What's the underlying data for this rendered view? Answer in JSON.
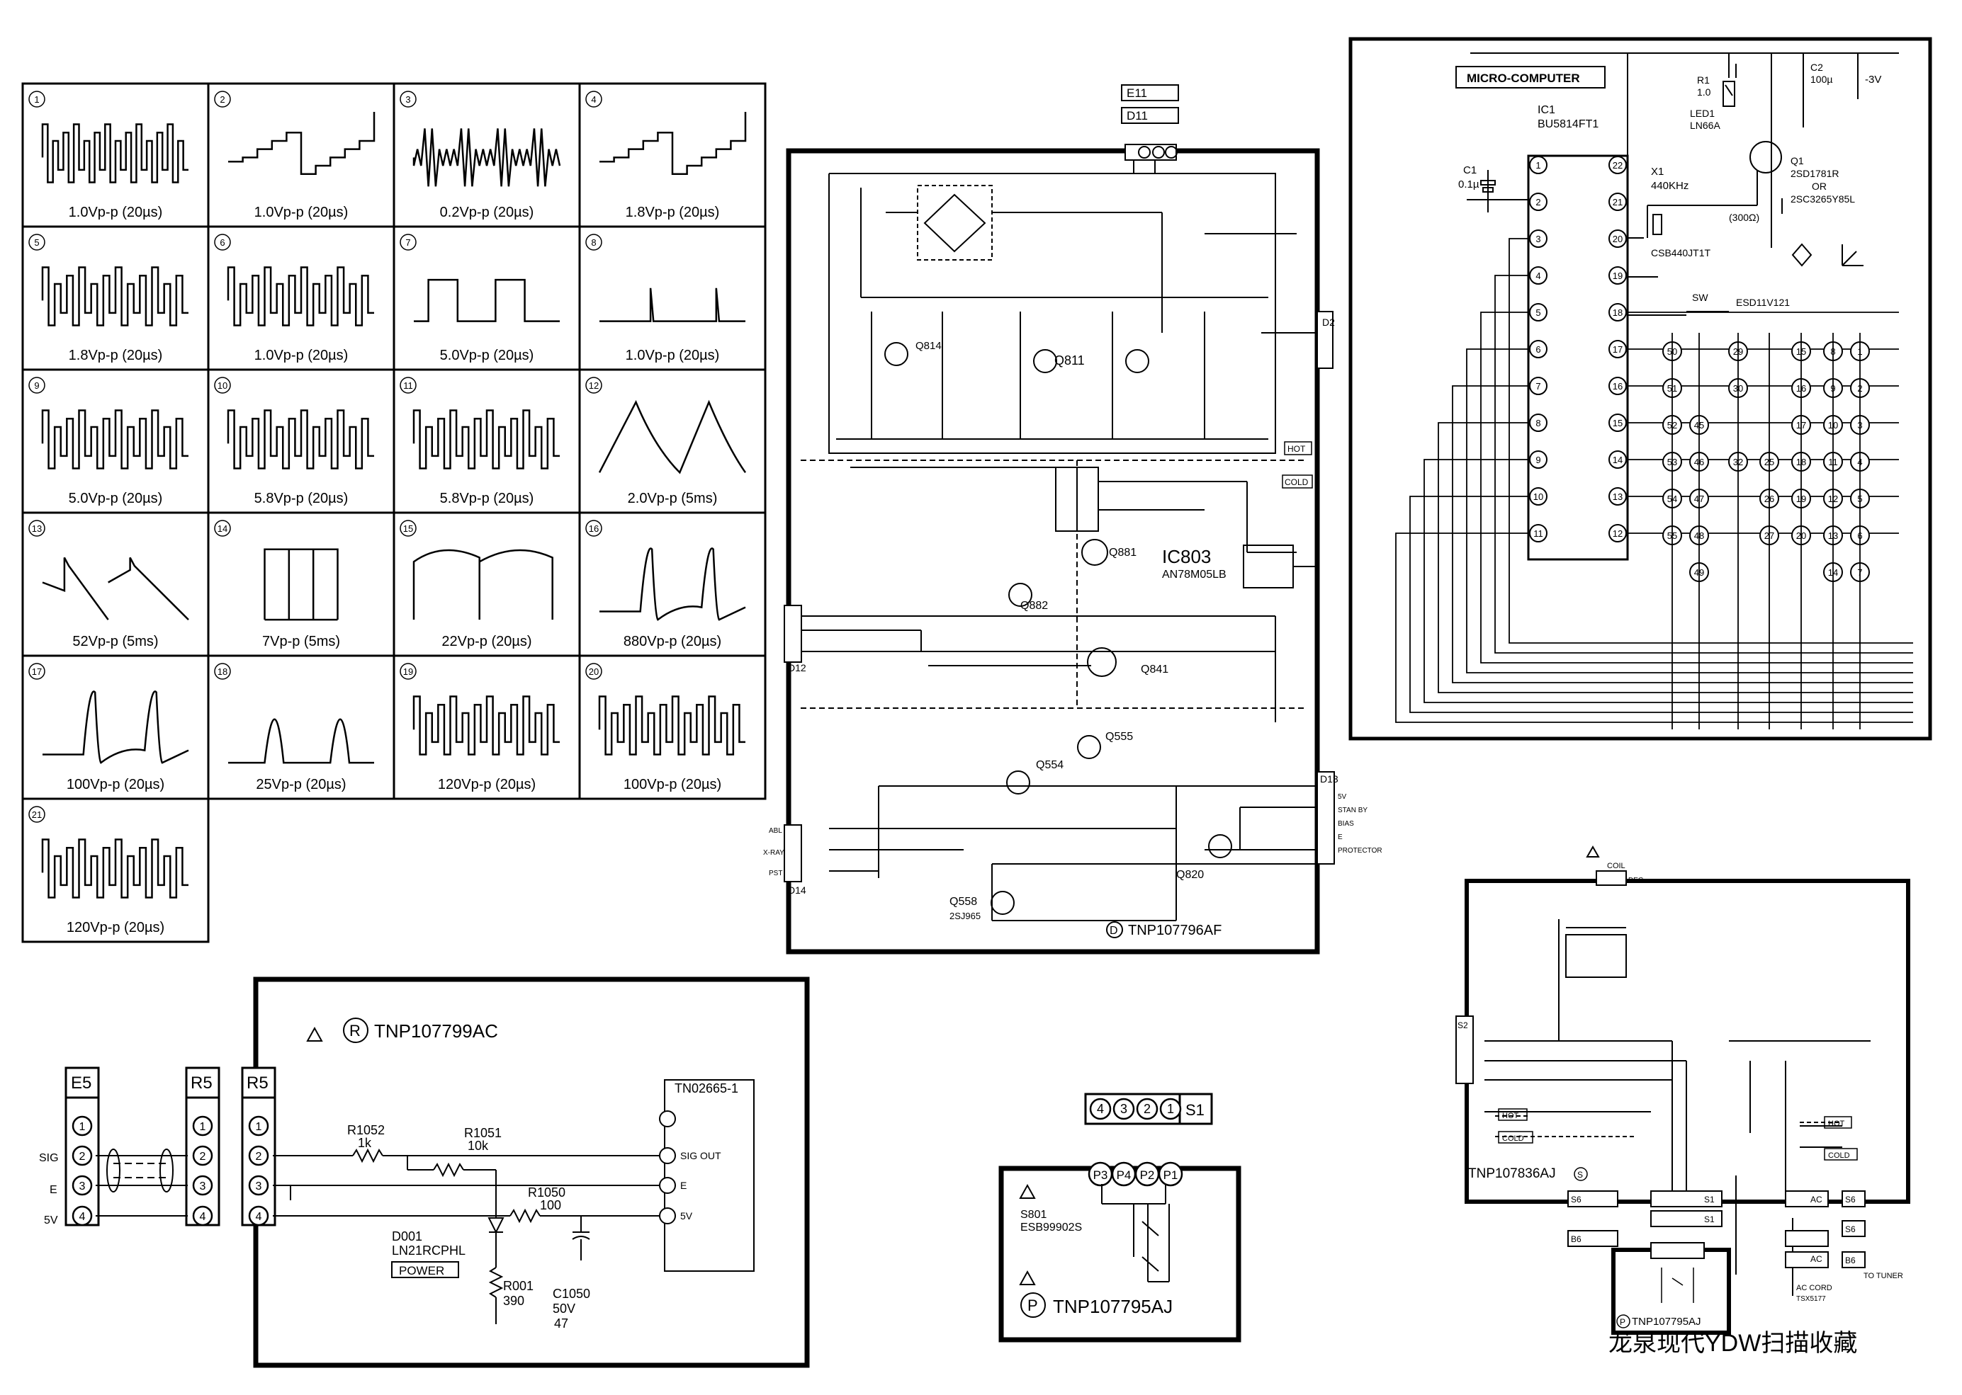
{
  "waveforms": [
    {
      "n": "1",
      "label": "1.0Vp-p (20µs)",
      "shape": "complex"
    },
    {
      "n": "2",
      "label": "1.0Vp-p (20µs)",
      "shape": "staircase"
    },
    {
      "n": "3",
      "label": "0.2Vp-p (20µs)",
      "shape": "noise"
    },
    {
      "n": "4",
      "label": "1.8Vp-p (20µs)",
      "shape": "staircase"
    },
    {
      "n": "5",
      "label": "1.8Vp-p (20µs)",
      "shape": "steps"
    },
    {
      "n": "6",
      "label": "1.0Vp-p (20µs)",
      "shape": "steps"
    },
    {
      "n": "7",
      "label": "5.0Vp-p (20µs)",
      "shape": "square"
    },
    {
      "n": "8",
      "label": "1.0Vp-p (20µs)",
      "shape": "spike"
    },
    {
      "n": "9",
      "label": "5.0Vp-p (20µs)",
      "shape": "blocks"
    },
    {
      "n": "10",
      "label": "5.8Vp-p (20µs)",
      "shape": "blocks"
    },
    {
      "n": "11",
      "label": "5.8Vp-p (20µs)",
      "shape": "blocks"
    },
    {
      "n": "12",
      "label": "2.0Vp-p (5ms)",
      "shape": "decay"
    },
    {
      "n": "13",
      "label": "52Vp-p (5ms)",
      "shape": "saw"
    },
    {
      "n": "14",
      "label": "7Vp-p (5ms)",
      "shape": "rect"
    },
    {
      "n": "15",
      "label": "22Vp-p (20µs)",
      "shape": "arch"
    },
    {
      "n": "16",
      "label": "880Vp-p (20µs)",
      "shape": "flyback"
    },
    {
      "n": "17",
      "label": "100Vp-p (20µs)",
      "shape": "flyback"
    },
    {
      "n": "18",
      "label": "25Vp-p (20µs)",
      "shape": "pulse"
    },
    {
      "n": "19",
      "label": "120Vp-p (20µs)",
      "shape": "video"
    },
    {
      "n": "20",
      "label": "100Vp-p (20µs)",
      "shape": "video"
    },
    {
      "n": "21",
      "label": "120Vp-p (20µs)",
      "shape": "video"
    }
  ],
  "power_board": {
    "title": "TNP107796AF",
    "ref": "D",
    "ic803": "IC803",
    "ic803_part": "AN78M05LB",
    "hot": "HOT",
    "cold": "COLD",
    "connector_d2": "D2",
    "connector_d12": "D12",
    "connector_d13": "D13",
    "connector_d14": "D14",
    "connector_d11": "D11",
    "connector_e11": "E11",
    "transistors": [
      "Q814",
      "Q811",
      "Q881",
      "Q882",
      "Q841",
      "Q555",
      "Q554",
      "Q820",
      "Q558"
    ],
    "q558_part": "2SJ965",
    "d13_pins": [
      "5V",
      "STAN BY",
      "BIAS",
      "E",
      "PROTECTOR"
    ],
    "d14_pins": [
      "ABL",
      "X-RAY",
      "PST"
    ]
  },
  "remote": {
    "title": "MICRO-COMPUTER",
    "ic1": "IC1",
    "ic1_part": "BU5814FT1",
    "c1": "C1",
    "c1_value": "0.1µ",
    "x1": "X1",
    "x1_value": "440KHz",
    "x1_part": "CSB440JT1T",
    "r1": "R1",
    "r1_value": "1.0",
    "c2": "C2",
    "c2_value": "100µ",
    "led1": "LED1",
    "led1_part": "LN66A",
    "q1": "Q1",
    "q1_part": "2SD1781R",
    "q1_or": "OR",
    "q1_alt": "2SC3265Y85L",
    "r_value": "(300Ω)",
    "battery": "-3V",
    "sw": "SW",
    "sw_part": "ESD11V121",
    "left_pins": [
      "1",
      "2",
      "3",
      "4",
      "5",
      "6",
      "7",
      "8",
      "9",
      "10",
      "11"
    ],
    "right_pins": [
      "22",
      "21",
      "20",
      "19",
      "18",
      "17",
      "16",
      "15",
      "14",
      "13",
      "12"
    ],
    "matrix_rows": [
      [
        "50",
        "29",
        "15",
        "8",
        "1"
      ],
      [
        "51",
        "30",
        "16",
        "9",
        "2"
      ],
      [
        "52",
        "45",
        "17",
        "10",
        "3"
      ],
      [
        "53",
        "46",
        "32",
        "25",
        "18",
        "11",
        "4"
      ],
      [
        "54",
        "47",
        "26",
        "19",
        "12",
        "5"
      ],
      [
        "55",
        "48",
        "27",
        "20",
        "13",
        "6"
      ],
      [
        "49",
        "14",
        "7"
      ]
    ]
  },
  "led_board": {
    "title": "TNP107799AC",
    "ref": "R",
    "conn_e5": "E5",
    "conn_r5": "R5",
    "conn_r5b": "R5",
    "pins": [
      "1",
      "2",
      "3",
      "4"
    ],
    "sig": "SIG",
    "e": "E",
    "v5": "5V",
    "r1052": "R1052",
    "r1052_value": "1k",
    "r1051": "R1051",
    "r1051_value": "10k",
    "r1050": "R1050",
    "r1050_value": "100",
    "d001": "D001",
    "d001_part": "LN21RCPHL",
    "power": "POWER",
    "r001": "R001",
    "r001_value": "390",
    "c1050": "C1050",
    "c1050_v": "50V",
    "c1050_value": "47",
    "tn": "TN02665-1",
    "sig_out": "SIG OUT",
    "e_out": "E",
    "v5_out": "5V"
  },
  "switch_board": {
    "title": "TNP107795AJ",
    "ref": "P",
    "conn_s1": "S1",
    "pins_top": [
      "4",
      "3",
      "2",
      "1"
    ],
    "pins": [
      "P3",
      "P4",
      "P2",
      "P1"
    ],
    "s801": "S801",
    "s801_part": "ESB99902S"
  },
  "ac_board": {
    "title": "TNP107836AJ",
    "ref": "S",
    "coil": "COIL",
    "deg": "DEG",
    "hot": "HOT",
    "cold": "COLD",
    "s2": "S2",
    "s1": "S1",
    "s6": "S6",
    "b6": "B6",
    "ac": "AC",
    "ac_cord": "AC CORD",
    "ac_cord_part": "TSX5177",
    "to_tuner": "TO TUNER",
    "sub_title": "TNP107795AJ",
    "sub_ref": "P"
  },
  "watermark": "龙泉现代YDW扫描收藏"
}
